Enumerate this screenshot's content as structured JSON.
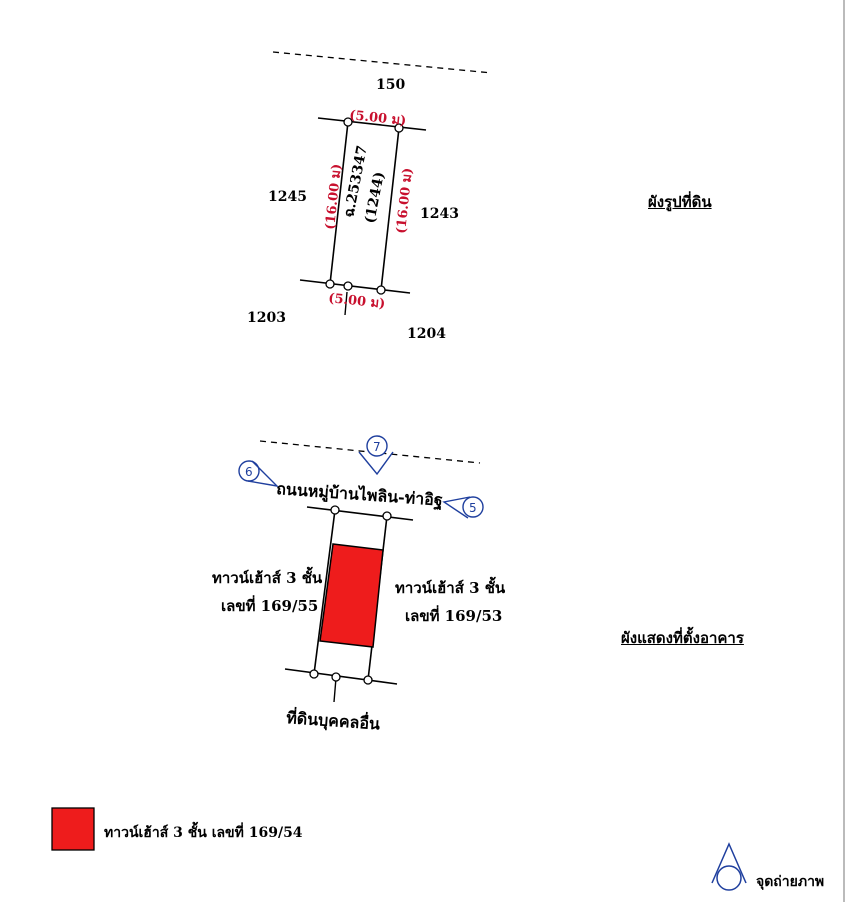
{
  "land_plan": {
    "title": "ผังรูปที่ดิน",
    "north_label": "150",
    "west_label": "1245",
    "east_label": "1243",
    "sw_label": "1203",
    "se_label": "1204",
    "top_dim": "(5.00 ม)",
    "bottom_dim": "(5.00 ม)",
    "left_dim": "(16.00 ม)",
    "right_dim": "(16.00 ม)",
    "deed_no": "ฉ.253347",
    "parcel_no": "(1244)"
  },
  "building_plan": {
    "title": "ผังแสดงที่ตั้งอาคาร",
    "road_label": "ถนนหมู่บ้านไพลิน-ท่าอิฐ",
    "left_house_line1": "ทาวน์เฮ้าส์ 3 ชั้น",
    "left_house_line2": "เลขที่ 169/55",
    "right_house_line1": "ทาวน์เฮ้าส์ 3 ชั้น",
    "right_house_line2": "เลขที่ 169/53",
    "bottom_label": "ที่ดินบุคคลอื่น",
    "photo_points": [
      "7",
      "6",
      "5"
    ]
  },
  "legend": {
    "subject_label": "ทาวน์เฮ้าส์ 3 ชั้น เลขที่ 169/54",
    "subject_color": "#ee1c1c",
    "photo_point_label": "จุดถ่ายภาพ",
    "photo_point_color": "#1f3f9e"
  }
}
